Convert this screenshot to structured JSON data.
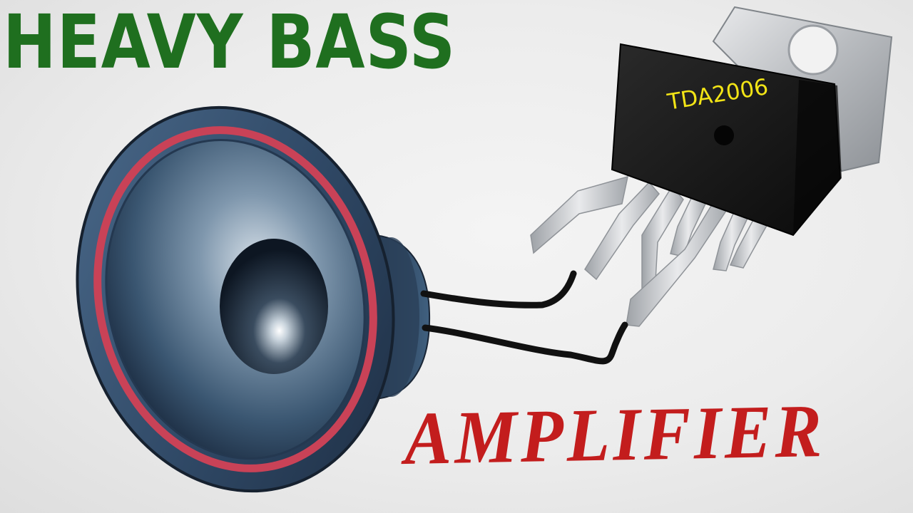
{
  "headline": {
    "text": "HEAVY BASS",
    "color": "#1f6f1f"
  },
  "footline": {
    "text": "AMPLIFIER",
    "color": "#c31d1d"
  },
  "chip": {
    "label": "TDA2006",
    "label_color": "#f2e416"
  },
  "colors": {
    "speaker_body": "#324c68",
    "speaker_ring": "#c94257",
    "wire": "#111111",
    "chip_body": "#161616",
    "heatsink": "#c7c9cc"
  }
}
